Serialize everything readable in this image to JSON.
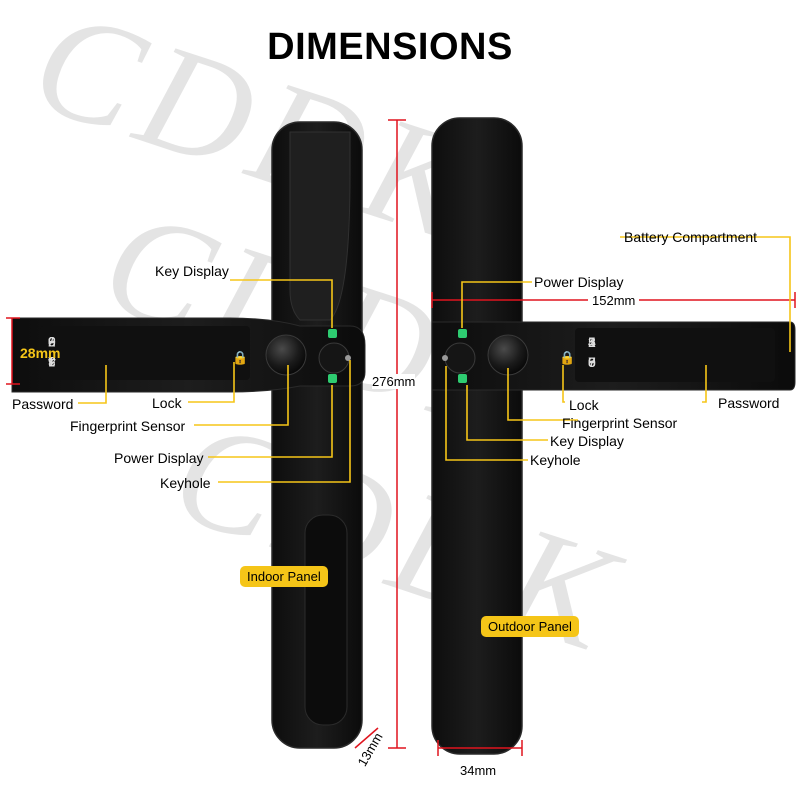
{
  "title": "DIMENSIONS",
  "watermark": "CDDK",
  "colors": {
    "accent": "#f5c518",
    "dimension_line": "#e0141e",
    "panel": "#141414",
    "led": "#2ecc71"
  },
  "indoor": {
    "badge": "Indoor Panel",
    "keypad_rows": [
      [
        "0",
        "9",
        "8",
        "7",
        "6"
      ],
      [
        "5",
        "4",
        "3",
        "2",
        "1"
      ]
    ],
    "labels": {
      "key_display": "Key Display",
      "password": "Password",
      "lock": "Lock",
      "fingerprint": "Fingerprint Sensor",
      "power_display": "Power Display",
      "keyhole": "Keyhole"
    }
  },
  "outdoor": {
    "badge": "Outdoor Panel",
    "keypad_rows": [
      [
        "1",
        "2",
        "3",
        "4",
        "5"
      ],
      [
        "6",
        "7",
        "8",
        "9",
        "0"
      ]
    ],
    "labels": {
      "battery": "Battery Compartment",
      "power_display": "Power Display",
      "lock": "Lock",
      "fingerprint": "Fingerprint Sensor",
      "key_display": "Key Display",
      "keyhole": "Keyhole",
      "password": "Password"
    }
  },
  "dimensions": {
    "height": "276mm",
    "width": "152mm",
    "handle_height": "28mm",
    "thickness": "13mm",
    "panel_width": "34mm"
  }
}
